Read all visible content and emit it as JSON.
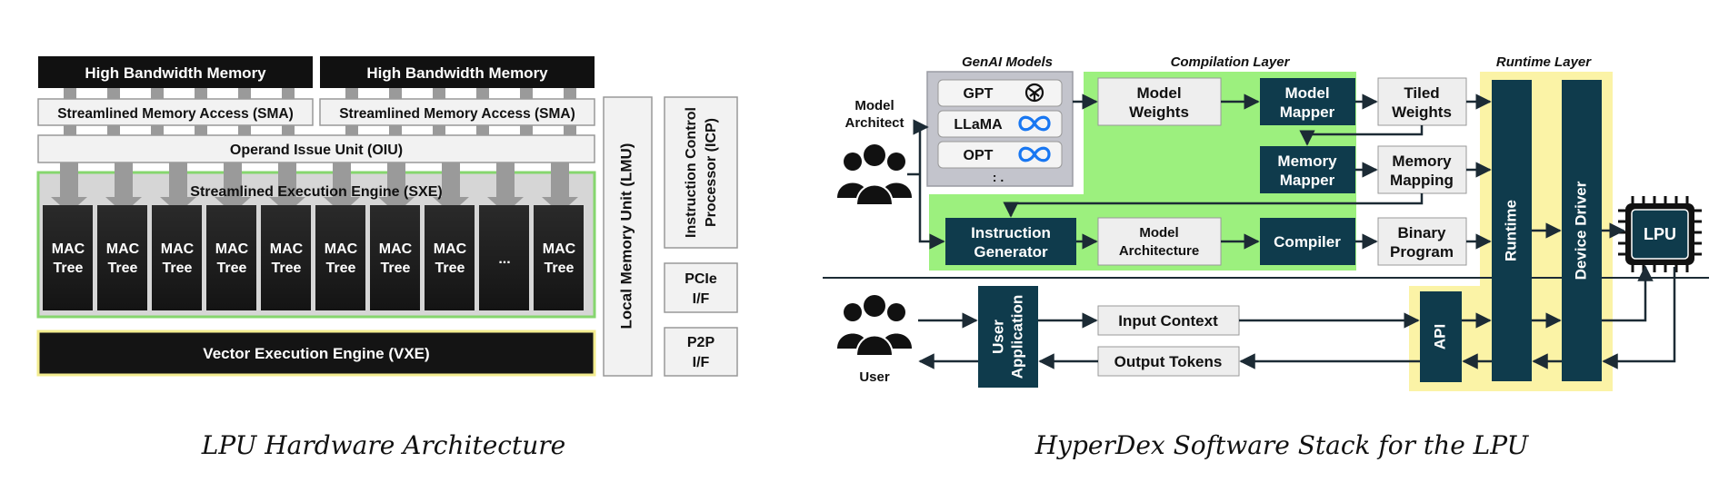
{
  "hardware": {
    "hbm": [
      "High Bandwidth Memory",
      "High Bandwidth Memory"
    ],
    "sma": [
      "Streamlined Memory Access (SMA)",
      "Streamlined Memory Access (SMA)"
    ],
    "oiu": "Operand Issue Unit (OIU)",
    "sxe": "Streamlined Execution Engine (SXE)",
    "mac_line1": "MAC",
    "mac_line2": "Tree",
    "ellipsis": "...",
    "vxe": "Vector Execution Engine (VXE)",
    "lmu": "Local Memory Unit (LMU)",
    "icp_line1": "Instruction Control",
    "icp_line2": "Processor (ICP)",
    "pcie_line1": "PCIe",
    "pcie_line2": "I/F",
    "p2p_line1": "P2P",
    "p2p_line2": "I/F",
    "caption": "LPU Hardware Architecture"
  },
  "software": {
    "genai_title": "GenAI Models",
    "compilation_title": "Compilation Layer",
    "runtime_title": "Runtime Layer",
    "models": [
      "GPT",
      "LLaMA",
      "OPT"
    ],
    "models_more": ": .",
    "model_architect_line1": "Model",
    "model_architect_line2": "Architect",
    "user_label": "User",
    "model_weights_line1": "Model",
    "model_weights_line2": "Weights",
    "model_mapper_line1": "Model",
    "model_mapper_line2": "Mapper",
    "tiled_weights_line1": "Tiled",
    "tiled_weights_line2": "Weights",
    "memory_mapper_line1": "Memory",
    "memory_mapper_line2": "Mapper",
    "memory_mapping_line1": "Memory",
    "memory_mapping_line2": "Mapping",
    "instruction_generator_line1": "Instruction",
    "instruction_generator_line2": "Generator",
    "model_architecture_line1": "Model",
    "model_architecture_line2": "Architecture",
    "compiler": "Compiler",
    "binary_program_line1": "Binary",
    "binary_program_line2": "Program",
    "runtime": "Runtime",
    "device_driver": "Device Driver",
    "lpu": "LPU",
    "user_application_line1": "User",
    "user_application_line2": "Application",
    "input_context": "Input Context",
    "output_tokens": "Output Tokens",
    "api": "API",
    "caption": "HyperDex Software Stack for the LPU"
  },
  "colors": {
    "dark": "#111111",
    "green": "#9cf07e",
    "yellow": "#fbf3a6",
    "navy": "#0f3b4c",
    "light": "#eeeeee",
    "gray_box": "#c3c4cc"
  }
}
